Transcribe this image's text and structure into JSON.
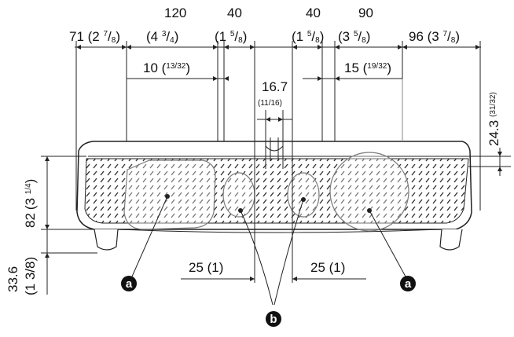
{
  "figure": "Speaker dimension drawing (front view)",
  "dimensions": {
    "top": [
      {
        "id": "d71",
        "main": "71 (2 ",
        "frac_num": "7",
        "frac_den": "8",
        "close": ")"
      },
      {
        "id": "d120",
        "top": "120",
        "main": "(4 ",
        "frac_num": "3",
        "frac_den": "4",
        "close": ")"
      },
      {
        "id": "d40a",
        "top": "40",
        "main": "(1 ",
        "frac_num": "5",
        "frac_den": "8",
        "close": ")"
      },
      {
        "id": "d40b",
        "top": "40",
        "main": "(1 ",
        "frac_num": "5",
        "frac_den": "8",
        "close": ")"
      },
      {
        "id": "d90",
        "top": "90",
        "main": "(3 ",
        "frac_num": "5",
        "frac_den": "8",
        "close": ")"
      },
      {
        "id": "d96",
        "main": "96 (3 ",
        "frac_num": "7",
        "frac_den": "8",
        "close": ")"
      }
    ],
    "small_10": {
      "main": "10 (",
      "frac": "13/32",
      "close": ")"
    },
    "small_15": {
      "main": "15 (",
      "frac": "19/32",
      "close": ")"
    },
    "center": {
      "value": "16.7",
      "frac": "(11/16)"
    },
    "right_24": {
      "value": "24.3",
      "frac": "(31/32)"
    },
    "left_82": {
      "value": "82",
      "main": "(3 ",
      "frac": "1/4",
      "close": ")"
    },
    "left_336": {
      "value": "33.6",
      "frac": "(1 3/8)"
    },
    "bottom_left_25": "25 (1)",
    "bottom_right_25": "25 (1)"
  },
  "callouts": {
    "a_left": "a",
    "a_right": "a",
    "b": "b"
  }
}
